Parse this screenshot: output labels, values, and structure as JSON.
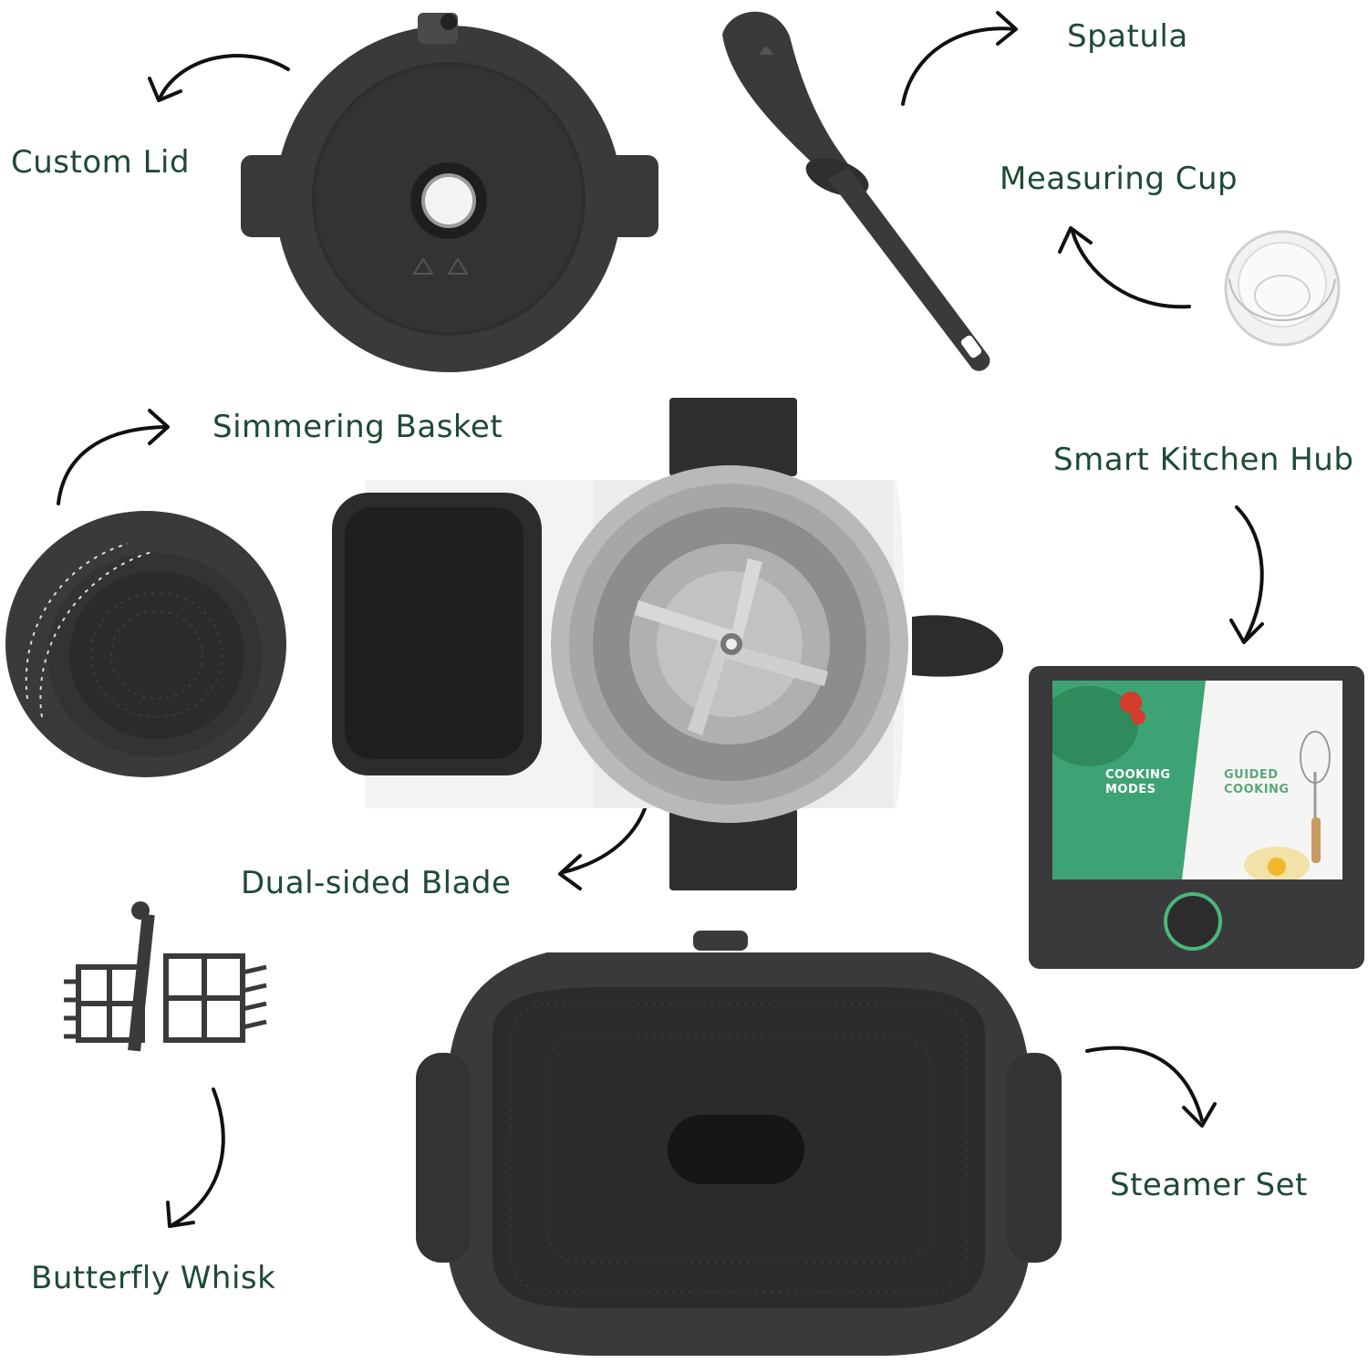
{
  "theme": {
    "label_color": "#1e4a35",
    "dark_part": "#3a3a3c",
    "screen_green": "#3ea374"
  },
  "labels": {
    "custom_lid": "Custom Lid",
    "spatula": "Spatula",
    "measuring_cup": "Measuring Cup",
    "simmering_basket": "Simmering Basket",
    "smart_kitchen_hub": "Smart Kitchen Hub",
    "dual_sided_blade": "Dual-sided Blade",
    "butterfly_whisk": "Butterfly Whisk",
    "steamer_set": "Steamer Set"
  },
  "hub_screen": {
    "cooking_modes": "COOKING MODES",
    "guided_cooking": "GUIDED COOKING"
  }
}
